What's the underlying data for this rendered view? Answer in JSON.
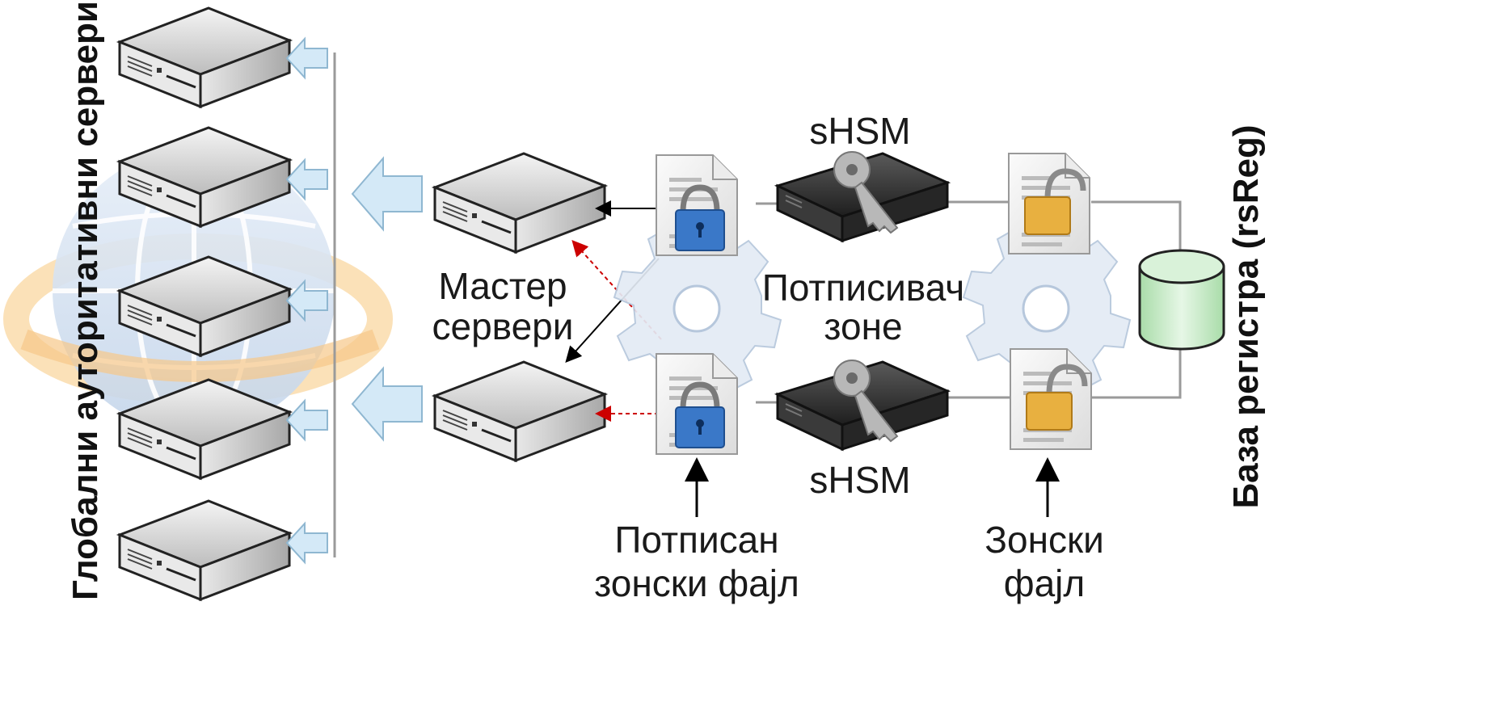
{
  "left_title": "Глобални ауторитативни сервери",
  "right_title": "База регистра (rsReg)",
  "labels": {
    "master_line1": "Мастер",
    "master_line2": "сервери",
    "signer_line1": "Потписивач",
    "signer_line2": "зоне",
    "shsm_top": "sHSM",
    "shsm_bottom": "sHSM",
    "signed_line1": "Потписан",
    "signed_line2": "зонски фајл",
    "zone_line1": "Зонски",
    "zone_line2": "фајл"
  },
  "colors": {
    "arrow_fill": "#d4e9f7",
    "arrow_stroke": "#8fb7d1",
    "red_arrow": "#cc0000",
    "db_fill": "#cdeecd",
    "lock_blue": "#3a78c8",
    "lock_gold": "#e8b040"
  }
}
